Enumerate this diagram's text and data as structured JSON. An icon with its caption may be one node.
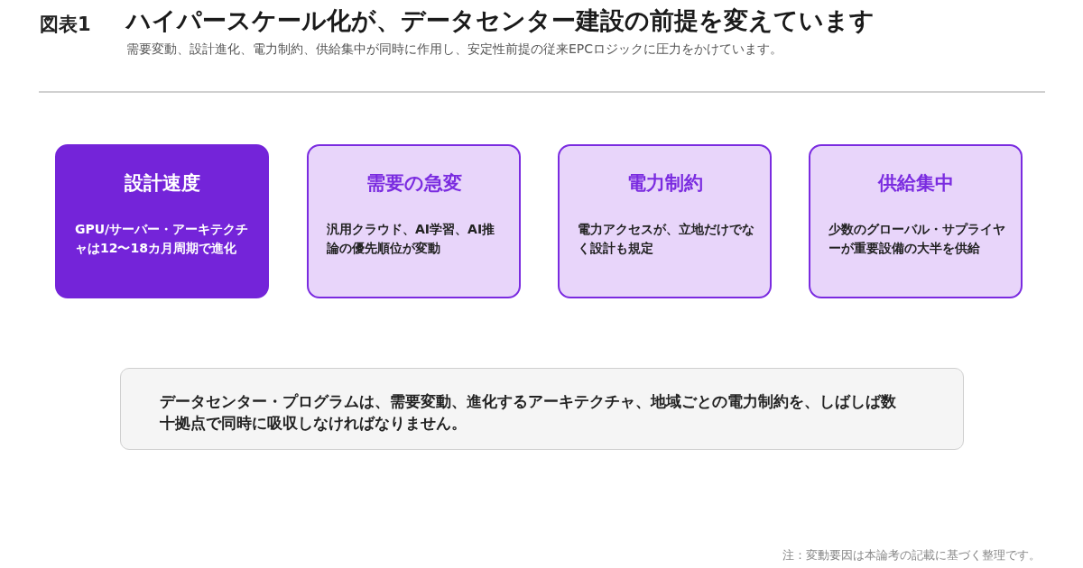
{
  "diagram": {
    "title": "ハイパースケール化が、データセンター建設の前提を変えています",
    "caption": "需要変動、設計進化、電力制約、供給集中が同時に作用し、安定性前提の従来EPCロジックに圧力をかけています。",
    "nodes": [
      {
        "text": [
          "設計速度",
          "GPU/サーバー・アーキテクチャは12〜18カ月周期で進化"
        ]
      },
      {
        "text": [
          "需要の急変",
          "汎用クラウド、AI学習、AI推論の優先順位が変動"
        ]
      },
      {
        "text": [
          "電力制約",
          "電力アクセスが、立地だけでなく設計も規定"
        ]
      },
      {
        "text": [
          "供給集中",
          "少数のグローバル・サプライヤーが重要設備の大半を供給"
        ]
      },
      {
        "text": [
          "データセンター・プログラムは、需要変動、進化するアーキテクチャ、地域ごとの電力制約を、しばしば数十拠点で同時に吸収しなければなりません。"
        ]
      }
    ],
    "edges": [],
    "labels": [
      "図表1",
      "注：変動要因は本論考の記載に基づく整理です。"
    ]
  }
}
